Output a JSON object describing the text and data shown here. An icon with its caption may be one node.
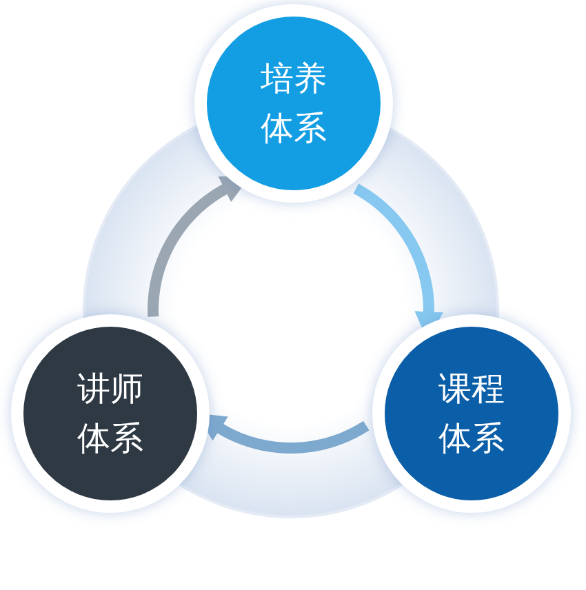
{
  "diagram": {
    "nodes": [
      {
        "text": [
          "培养体系"
        ]
      },
      {
        "text": [
          "课程体系"
        ]
      },
      {
        "text": [
          "讲师体系"
        ]
      }
    ],
    "edges": [
      {
        "from": 0,
        "to": 1,
        "arrow": "to",
        "color": "#86c8f0"
      },
      {
        "from": 1,
        "to": 2,
        "arrow": "to",
        "color": "#7ea9cf"
      },
      {
        "from": 2,
        "to": 0,
        "arrow": "to",
        "color": "#9aa6b2"
      }
    ]
  }
}
